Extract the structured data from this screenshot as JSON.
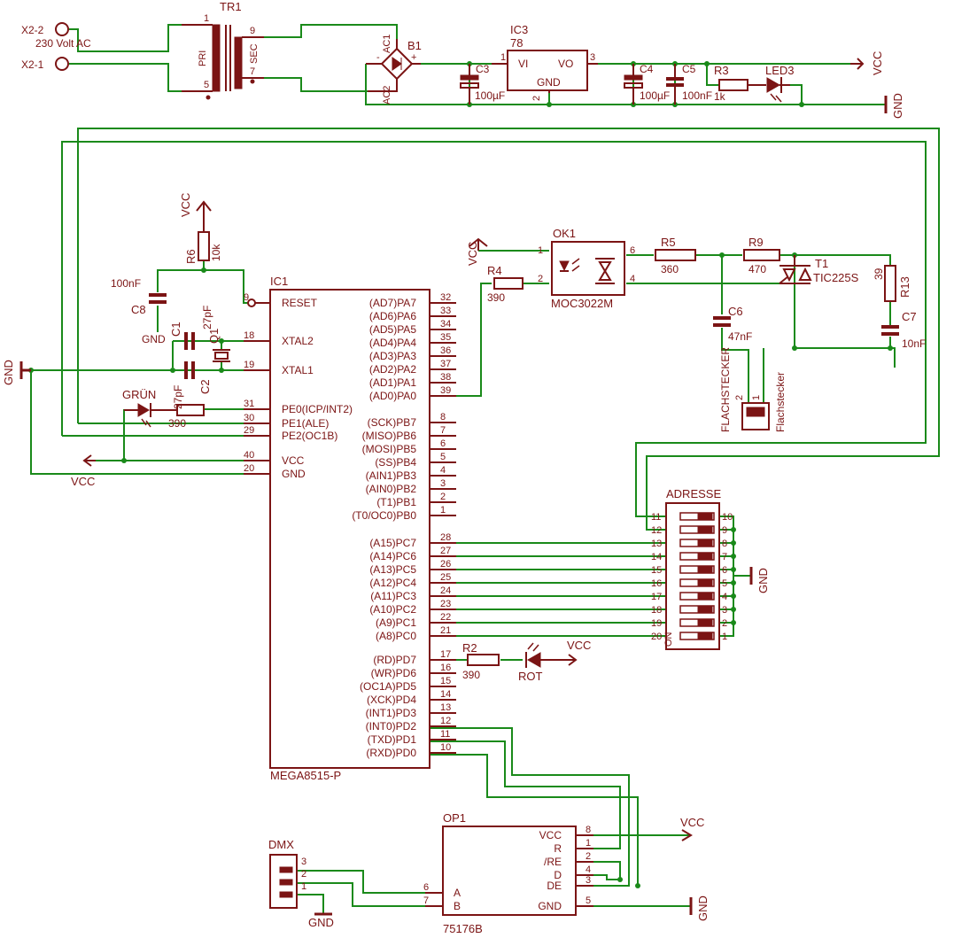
{
  "power": {
    "tr1": "TR1",
    "tr1_pri": "PRI",
    "tr1_sec": "SEC",
    "tr1_p1": "1",
    "tr1_p5": "5",
    "tr1_p9": "9",
    "tr1_p7": "7",
    "x22": "X2-2",
    "x21": "X2-1",
    "mains": "230 Volt AC",
    "b1": "B1",
    "ac1": "AC1",
    "ac2": "AC2",
    "minus": "-",
    "plus": "+",
    "ic3": "IC3",
    "ic3_val": "78",
    "vi": "VI",
    "vo": "VO",
    "gnd": "GND",
    "p1": "1",
    "p2": "2",
    "p3": "3",
    "c3": "C3",
    "c3v": "100µF",
    "c4": "C4",
    "c4v": "100µF",
    "c5": "C5",
    "c5v": "100nF",
    "r3": "R3",
    "r3v": "1k",
    "led3": "LED3",
    "vcc": "VCC",
    "gnd_lbl": "GND"
  },
  "mcu": {
    "name": "IC1",
    "part": "MEGA8515-P",
    "left_pins": [
      {
        "label": "RESET",
        "num": "9"
      },
      {
        "label": "XTAL2",
        "num": "18"
      },
      {
        "label": "XTAL1",
        "num": "19"
      },
      {
        "label": "PE0(ICP/INT2)",
        "num": "31"
      },
      {
        "label": "PE1(ALE)",
        "num": "30"
      },
      {
        "label": "PE2(OC1B)",
        "num": "29"
      },
      {
        "label": "VCC",
        "num": "40"
      },
      {
        "label": "GND",
        "num": "20"
      }
    ],
    "right_pins": [
      {
        "label": "(AD7)PA7",
        "num": "32"
      },
      {
        "label": "(AD6)PA6",
        "num": "33"
      },
      {
        "label": "(AD5)PA5",
        "num": "34"
      },
      {
        "label": "(AD4)PA4",
        "num": "35"
      },
      {
        "label": "(AD3)PA3",
        "num": "36"
      },
      {
        "label": "(AD2)PA2",
        "num": "37"
      },
      {
        "label": "(AD1)PA1",
        "num": "38"
      },
      {
        "label": "(AD0)PA0",
        "num": "39"
      },
      {
        "label": "(SCK)PB7",
        "num": "8"
      },
      {
        "label": "(MISO)PB6",
        "num": "7"
      },
      {
        "label": "(MOSI)PB5",
        "num": "6"
      },
      {
        "label": "(SS)PB4",
        "num": "5"
      },
      {
        "label": "(AIN1)PB3",
        "num": "4"
      },
      {
        "label": "(AIN0)PB2",
        "num": "3"
      },
      {
        "label": "(T1)PB1",
        "num": "2"
      },
      {
        "label": "(T0/OC0)PB0",
        "num": "1"
      },
      {
        "label": "(A15)PC7",
        "num": "28"
      },
      {
        "label": "(A14)PC6",
        "num": "27"
      },
      {
        "label": "(A13)PC5",
        "num": "26"
      },
      {
        "label": "(A12)PC4",
        "num": "25"
      },
      {
        "label": "(A11)PC3",
        "num": "24"
      },
      {
        "label": "(A10)PC2",
        "num": "23"
      },
      {
        "label": "(A9)PC1",
        "num": "22"
      },
      {
        "label": "(A8)PC0",
        "num": "21"
      },
      {
        "label": "(RD)PD7",
        "num": "17"
      },
      {
        "label": "(WR)PD6",
        "num": "16"
      },
      {
        "label": "(OC1A)PD5",
        "num": "15"
      },
      {
        "label": "(XCK)PD4",
        "num": "14"
      },
      {
        "label": "(INT1)PD3",
        "num": "13"
      },
      {
        "label": "(INT0)PD2",
        "num": "12"
      },
      {
        "label": "(TXD)PD1",
        "num": "11"
      },
      {
        "label": "(RXD)PD0",
        "num": "10"
      }
    ]
  },
  "reset": {
    "vcc": "VCC",
    "r6": "R6",
    "r6v": "10k",
    "c8": "C8",
    "c8v": "100nF",
    "gnd": "GND"
  },
  "xtal": {
    "c1": "C1",
    "c1v": "27pF",
    "c2": "C2",
    "c2v": "27pF",
    "q1": "Q1"
  },
  "status": {
    "gruen": "GRÜN",
    "r1v": "390",
    "gnd": "GND",
    "vcc": "VCC"
  },
  "dimmer": {
    "vcc": "VCC",
    "r4": "R4",
    "r4v": "390",
    "ok1": "OK1",
    "ok1_part": "MOC3022M",
    "ok1_p1": "1",
    "ok1_p2": "2",
    "ok1_p6": "6",
    "ok1_p4": "4",
    "r5": "R5",
    "r5v": "360",
    "r9": "R9",
    "r9v": "470",
    "t1": "T1",
    "t1_part": "TIC225S",
    "r13": "R13",
    "r13v": "39",
    "c6": "C6",
    "c6v": "47nF",
    "c7": "C7",
    "c7v": "10nF",
    "flach1": "FLACHSTECKER",
    "flach2": "Flachstecker",
    "fp1": "1",
    "fp2": "2"
  },
  "dip": {
    "title": "ADRESSE",
    "on": "ON",
    "left_nums": [
      "11",
      "12",
      "13",
      "14",
      "15",
      "16",
      "17",
      "18",
      "19",
      "20"
    ],
    "right_nums": [
      "10",
      "9",
      "8",
      "7",
      "6",
      "5",
      "4",
      "3",
      "2",
      "1"
    ],
    "gnd": "GND"
  },
  "rot": {
    "r2": "R2",
    "r2v": "390",
    "rot": "ROT",
    "vcc": "VCC"
  },
  "rs485": {
    "name": "OP1",
    "part": "75176B",
    "left": [
      {
        "label": "A",
        "num": "6"
      },
      {
        "label": "B",
        "num": "7"
      }
    ],
    "right": [
      {
        "label": "VCC",
        "num": "8"
      },
      {
        "label": "R",
        "num": "1"
      },
      {
        "label": "/RE",
        "num": "2"
      },
      {
        "label": "D",
        "num": "4"
      },
      {
        "label": "DE",
        "num": "3"
      },
      {
        "label": "GND",
        "num": "5"
      }
    ],
    "vcc": "VCC",
    "gnd": "GND"
  },
  "dmx": {
    "name": "DMX",
    "pins": [
      "3",
      "2",
      "1"
    ],
    "gnd": "GND"
  }
}
